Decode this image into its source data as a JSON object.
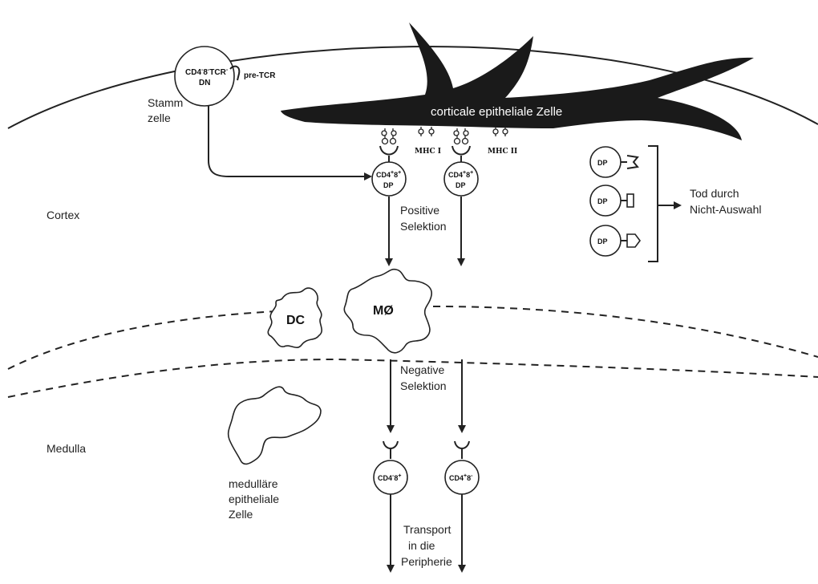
{
  "labels": {
    "stem_cell_line1": "CD4",
    "stem_cell_sup1": "-",
    "stem_cell_mid": "8",
    "stem_cell_sup2": "-",
    "stem_cell_tcr": "TCR",
    "stem_cell_sup3": "-",
    "stem_cell_line2": "DN",
    "pre_tcr": "pre-TCR",
    "stamm_line1": "Stamm",
    "stamm_line2": "zelle",
    "cortical_cell": "corticale epitheliale Zelle",
    "mhc1": "MHC I",
    "mhc2": "MHC II",
    "dp_cd4": "CD4",
    "dp_sup1": "+",
    "dp_8": "8",
    "dp_sup2": "+",
    "dp_label": "DP",
    "positive_line1": "Positive",
    "positive_line2": "Selektion",
    "cortex": "Cortex",
    "dp_small": "DP",
    "death_line1": "Tod durch",
    "death_line2": "Nicht-Auswahl",
    "dc": "DC",
    "macrophage": "MØ",
    "negative_line1": "Negative",
    "negative_line2": "Selektion",
    "medulla": "Medulla",
    "med_line1": "medulläre",
    "med_line2": "epitheliale",
    "med_line3": "Zelle",
    "cd4_cd8_a": "CD4",
    "cd4_cd8_a_sup1": "-",
    "cd4_cd8_a_8": "8",
    "cd4_cd8_a_sup2": "+",
    "cd4_cd8_b": "CD4",
    "cd4_cd8_b_sup1": "+",
    "cd4_cd8_b_8": "8",
    "cd4_cd8_b_sup2": "-",
    "transport_line1": "Transport",
    "transport_line2": "in die",
    "transport_line3": "Peripherie"
  }
}
